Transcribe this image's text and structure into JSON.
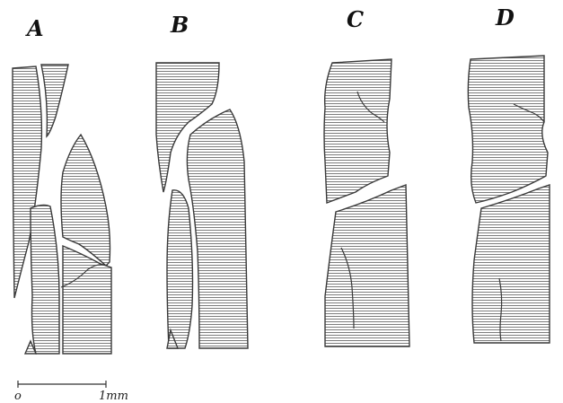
{
  "panels": [
    {
      "label": "A"
    },
    {
      "label": "B"
    },
    {
      "label": "C"
    },
    {
      "label": "D"
    }
  ],
  "scale_bar": {
    "start_label": "o",
    "end_label": "1mm"
  },
  "colors": {
    "hatch_line": "#6e6e6e",
    "outline": "#3a3a3a",
    "background": "#ffffff"
  }
}
